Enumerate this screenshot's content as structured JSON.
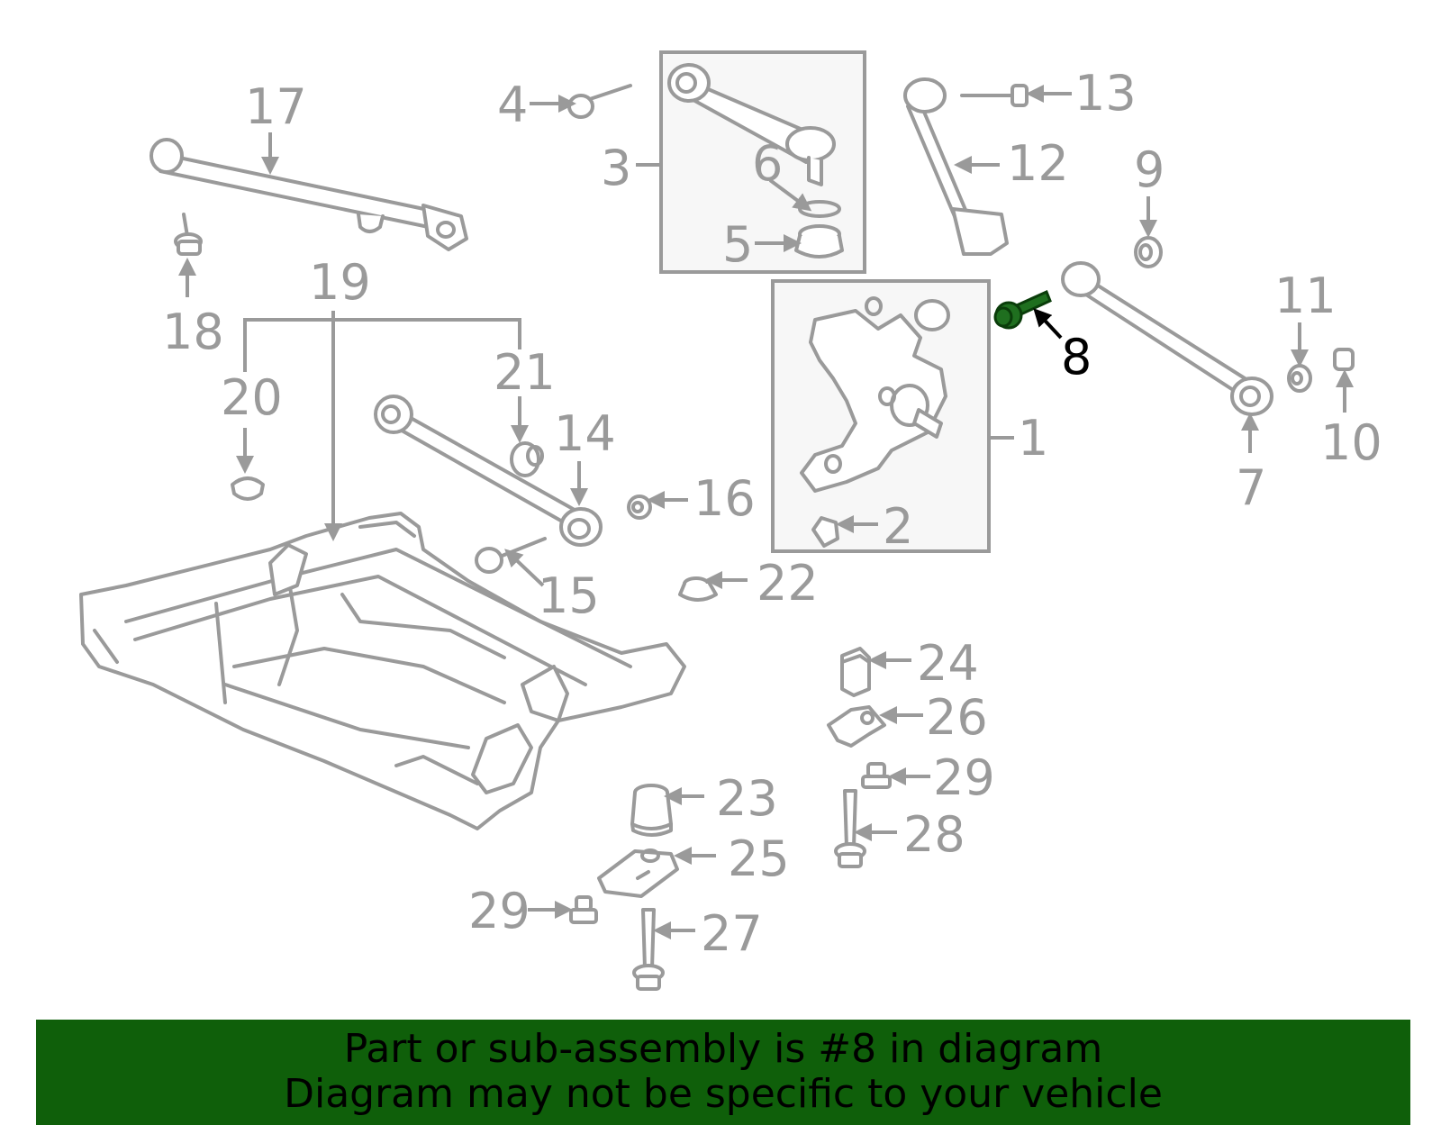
{
  "labels": {
    "p1": "1",
    "p2": "2",
    "p3": "3",
    "p4": "4",
    "p5": "5",
    "p6": "6",
    "p7": "7",
    "p8": "8",
    "p9": "9",
    "p10": "10",
    "p11": "11",
    "p12": "12",
    "p13": "13",
    "p14": "14",
    "p15": "15",
    "p16": "16",
    "p17": "17",
    "p18": "18",
    "p19": "19",
    "p20": "20",
    "p21": "21",
    "p22": "22",
    "p23": "23",
    "p24": "24",
    "p25": "25",
    "p26": "26",
    "p27": "27",
    "p28": "28",
    "p29a": "29",
    "p29b": "29"
  },
  "highlighted_part": "8",
  "colors": {
    "highlight": "#1f6f1f",
    "banner": "#0f5f0a",
    "line": "#9a9a9a"
  },
  "banner": {
    "line1": "Part or sub-assembly is #8 in diagram",
    "line2": "Diagram may not be specific to your vehicle"
  }
}
